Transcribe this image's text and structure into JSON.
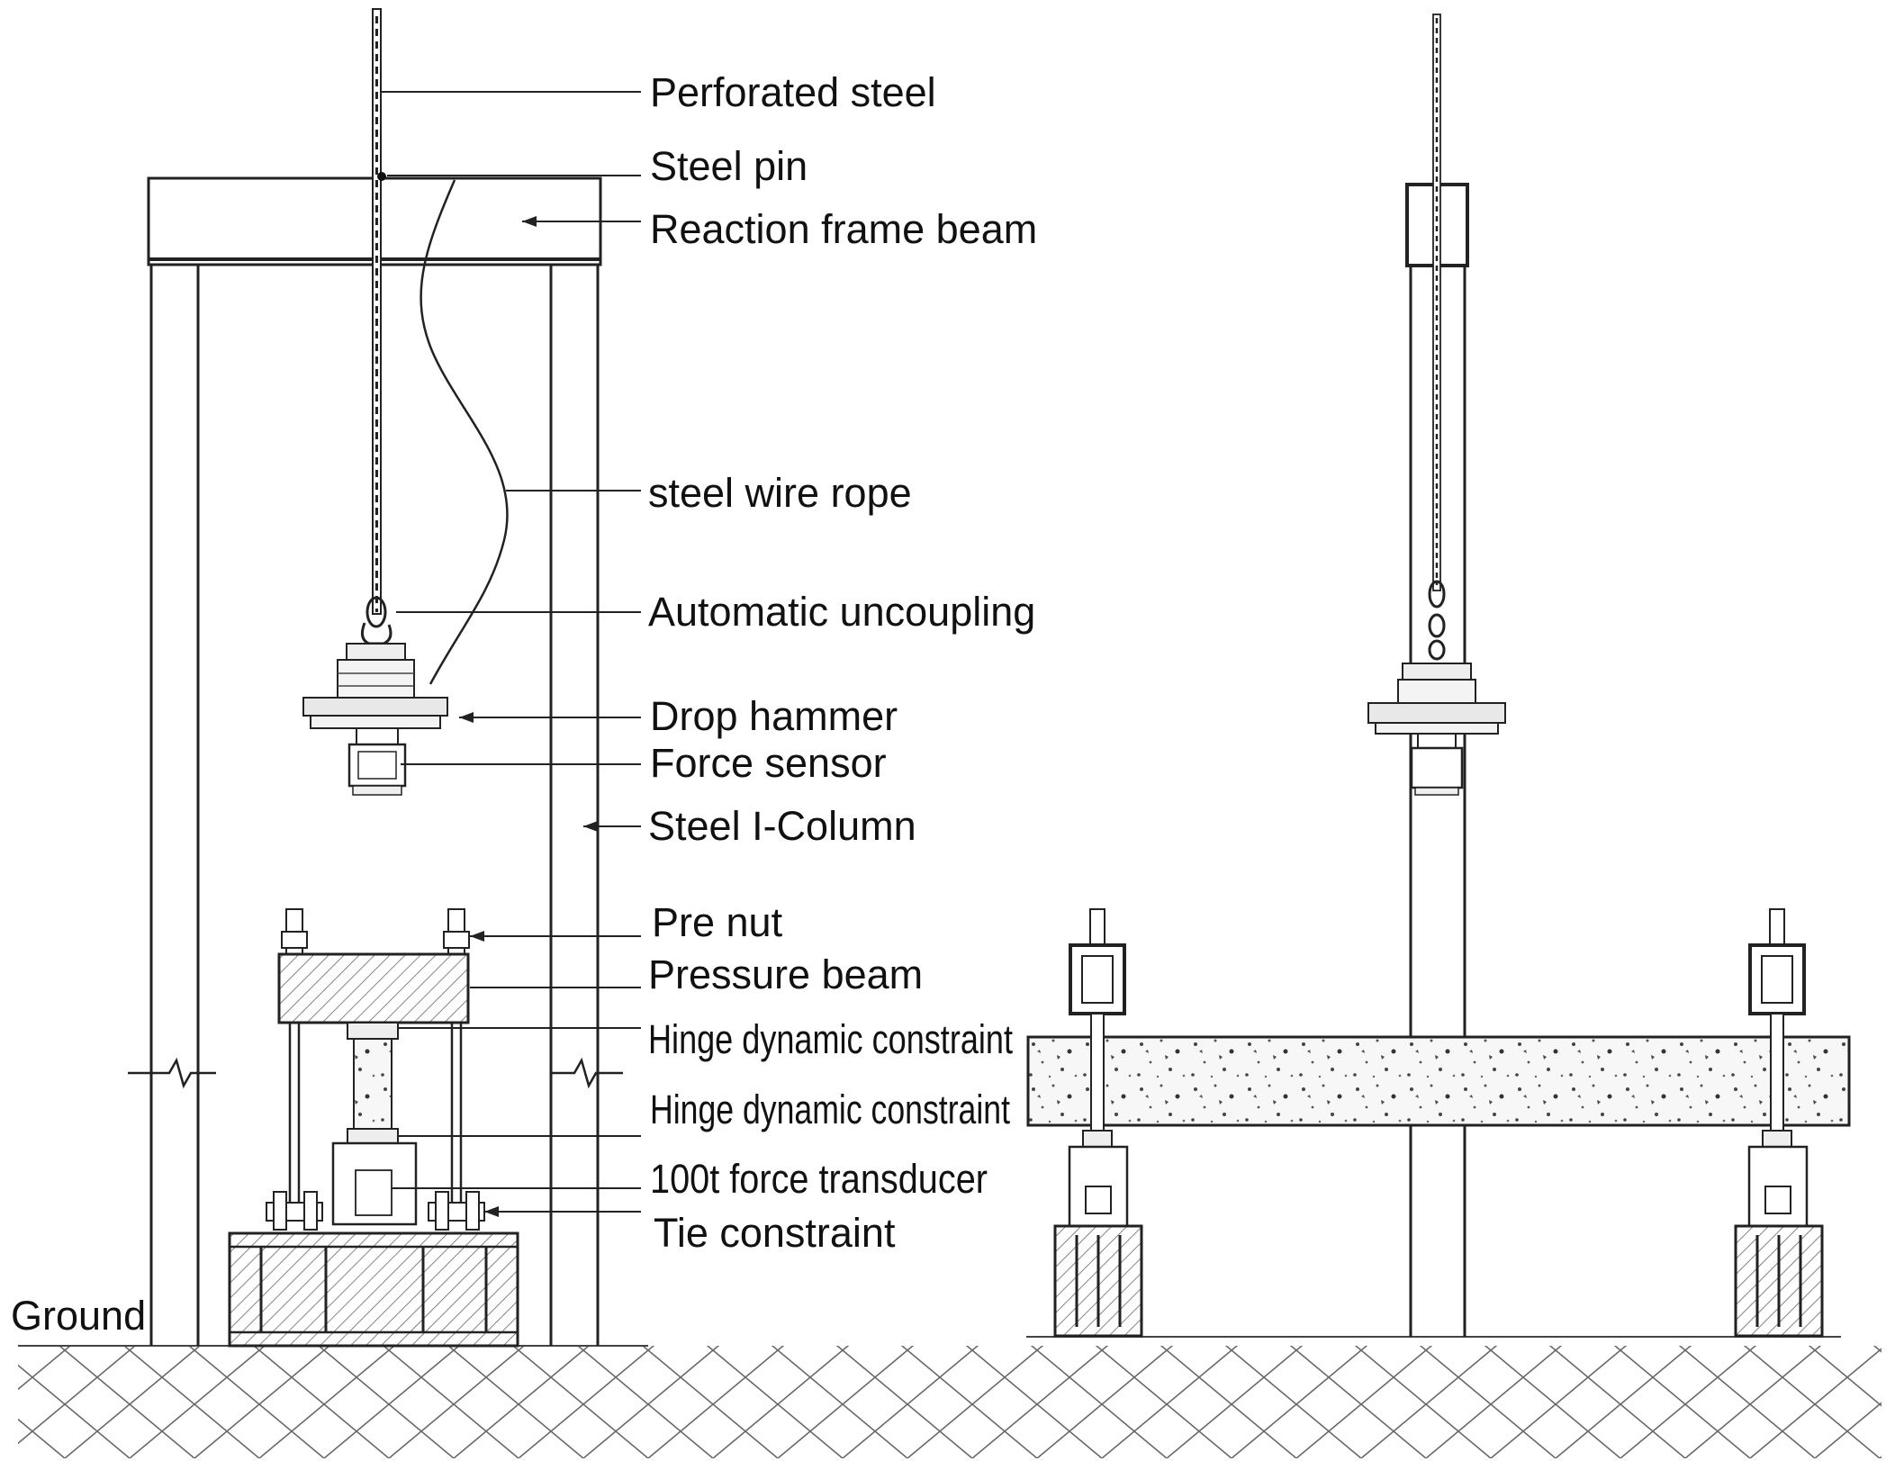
{
  "labels": {
    "perforated_steel": "Perforated steel",
    "steel_pin": "Steel pin",
    "reaction_frame_beam": "Reaction frame beam",
    "steel_wire_rope": "steel wire rope",
    "automatic_uncoupling": "Automatic uncoupling",
    "drop_hammer": "Drop hammer",
    "force_sensor": "Force sensor",
    "steel_i_column": "Steel I-Column",
    "pre_nut": "Pre nut",
    "pressure_beam": "Pressure beam",
    "hinge_dynamic_constraint_1": "Hinge dynamic constraint",
    "hinge_dynamic_constraint_2": "Hinge dynamic constraint",
    "force_transducer": "100t force transducer",
    "tie_constraint": "Tie constraint",
    "ground": "Ground"
  },
  "colors": {
    "line": "#222222",
    "text": "#111111",
    "hatch": "#555555",
    "background": "#ffffff"
  }
}
